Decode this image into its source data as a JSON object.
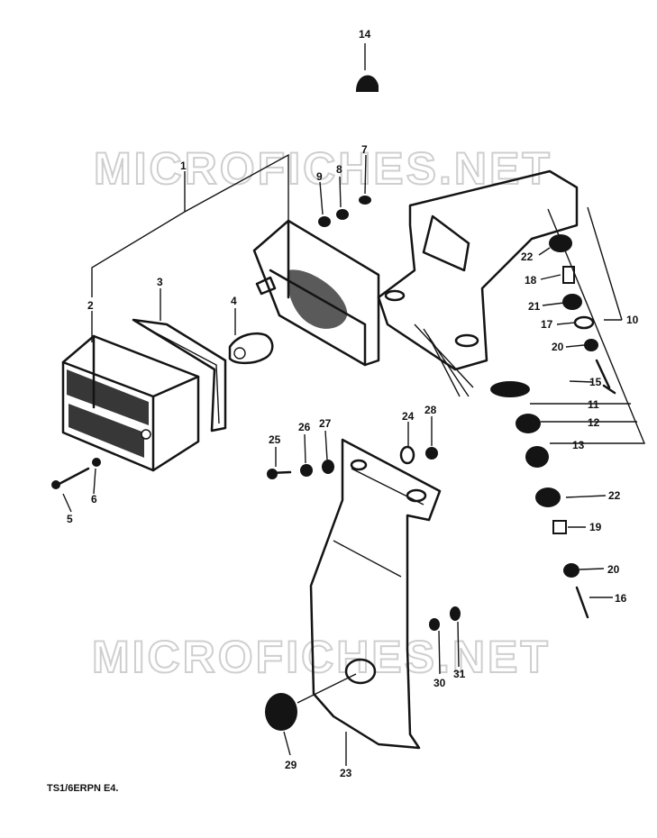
{
  "watermarks": [
    "MICROFICHES.NET",
    "MICROFICHES.NET"
  ],
  "diagram_code": "TS1/6ERPN E4.",
  "part_labels": {
    "p1": "1",
    "p2": "2",
    "p3": "3",
    "p4": "4",
    "p5": "5",
    "p6": "6",
    "p7": "7",
    "p8": "8",
    "p9": "9",
    "p10": "10",
    "p11": "11",
    "p12": "12",
    "p13": "13",
    "p14": "14",
    "p15": "15",
    "p16": "16",
    "p17": "17",
    "p18": "18",
    "p19": "19",
    "p20a": "20",
    "p20b": "20",
    "p21": "21",
    "p22a": "22",
    "p22b": "22",
    "p23": "23",
    "p24": "24",
    "p25": "25",
    "p26": "26",
    "p27": "27",
    "p28": "28",
    "p29": "29",
    "p30": "30",
    "p31": "31"
  }
}
